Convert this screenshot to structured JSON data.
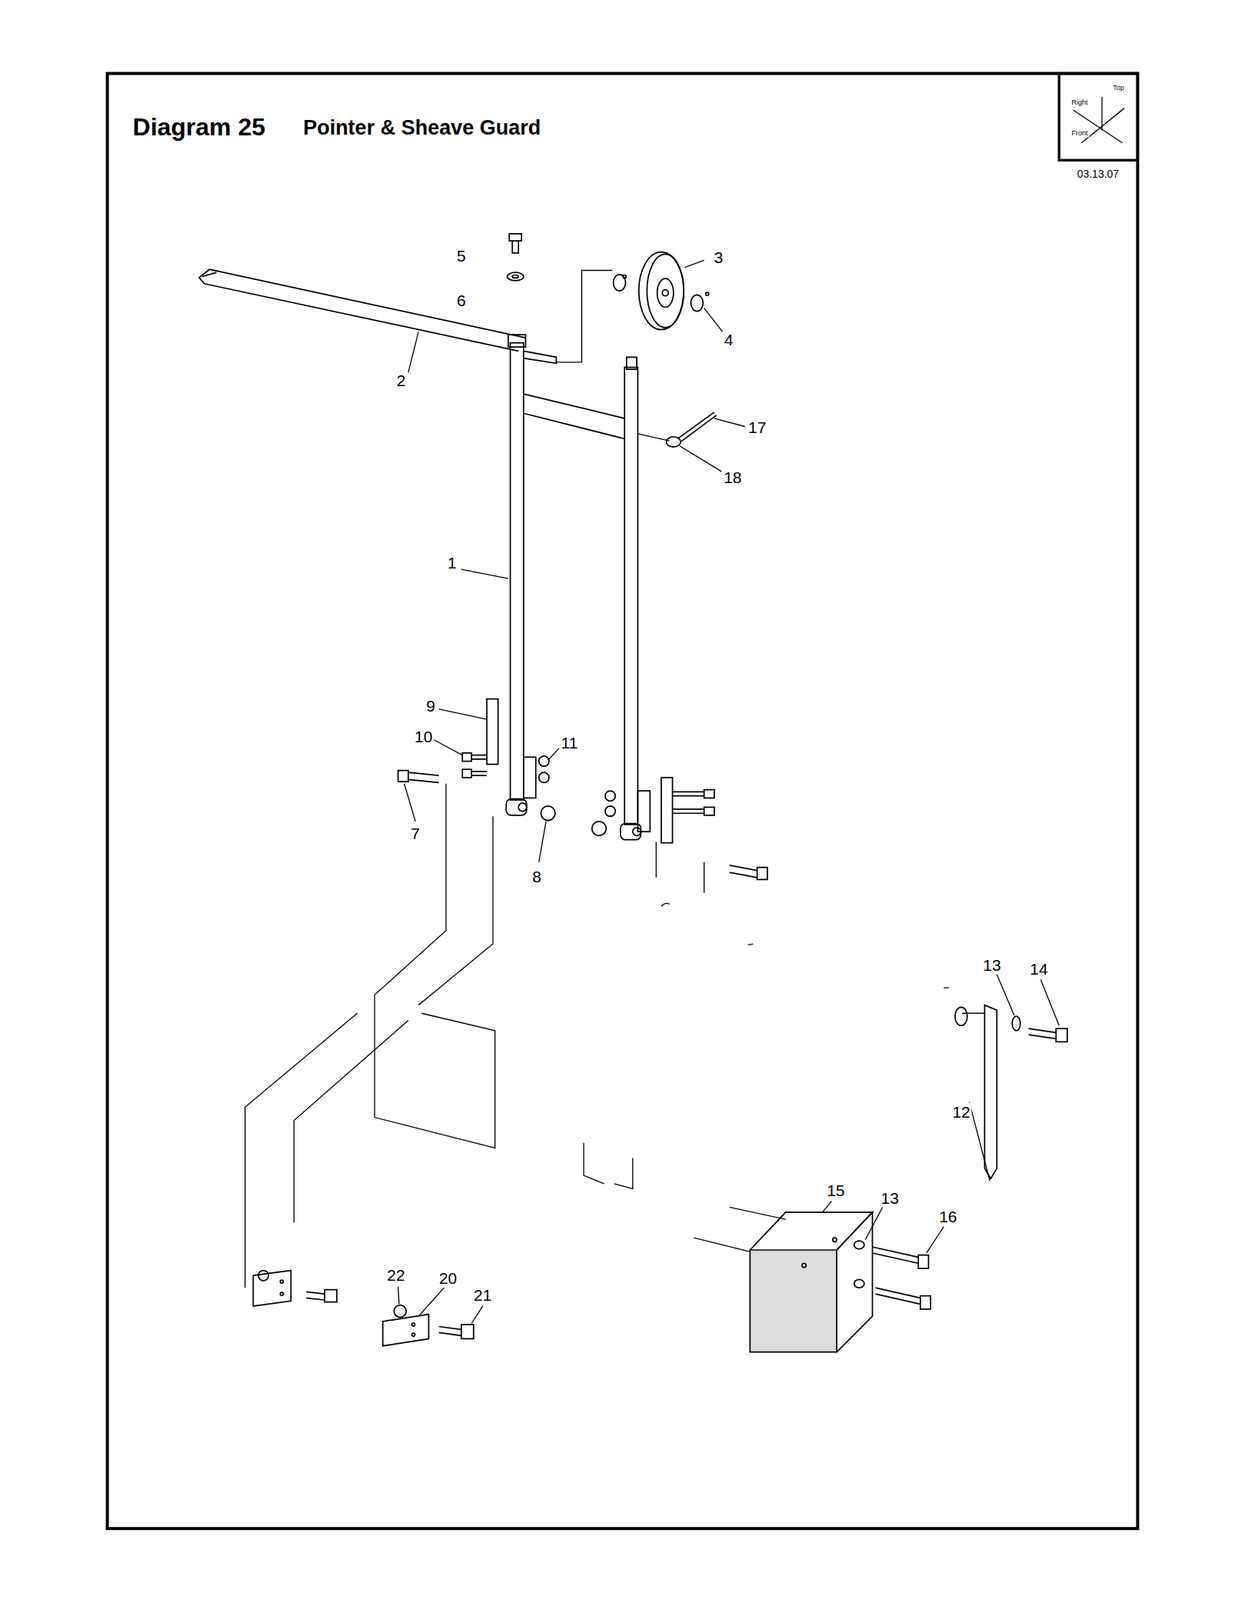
{
  "diagram": {
    "title": "Diagram 25",
    "labels": [
      "Pointer & Sheave Guard",
      "Top",
      "Right",
      "Front",
      "03.13.07",
      "5",
      "6",
      "3",
      "4",
      "2",
      "17",
      "18",
      "1",
      "9",
      "10",
      "11",
      "7",
      "8",
      "13",
      "14",
      "12",
      "15",
      "13",
      "16",
      "22",
      "20",
      "21"
    ]
  }
}
